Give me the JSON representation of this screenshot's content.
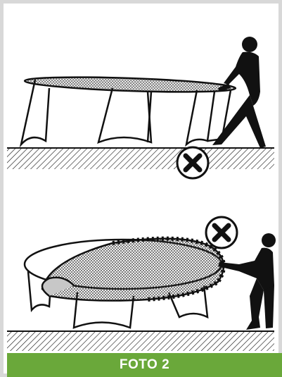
{
  "caption": {
    "text": "FOTO 2"
  },
  "colors": {
    "caption_bar": "#6aa83a",
    "frame": "#d8d8d8",
    "ink": "#111111",
    "mat_fill": "#bdbdbd",
    "warning_mark": "#111111"
  },
  "panels": [
    {
      "scene": "person-lifting-trampoline-frame",
      "warning_icon": "x-circle-icon"
    },
    {
      "scene": "person-pulling-trampoline-mat",
      "warning_icon": "x-circle-icon"
    }
  ]
}
